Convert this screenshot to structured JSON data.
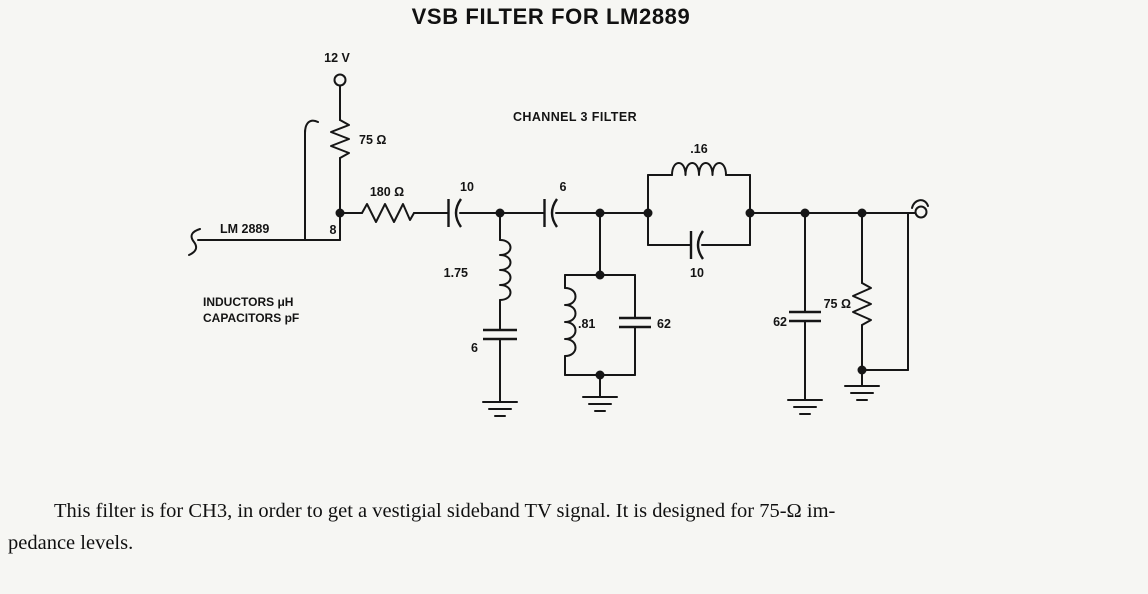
{
  "title": "VSB FILTER FOR LM2889",
  "diagram": {
    "subtitle": "CHANNEL 3 FILTER",
    "supply": {
      "voltage": "12 V",
      "resistor": "75 Ω"
    },
    "input": {
      "ic": "LM 2889",
      "pin": "8"
    },
    "notes": {
      "line1": "INDUCTORS  μH",
      "line2": "CAPACITORS  pF"
    },
    "series": {
      "r1": "180 Ω",
      "c1": "10",
      "c2": "6"
    },
    "shunt1": {
      "l": "1.75",
      "c": "6"
    },
    "tank": {
      "l": ".81",
      "c": "62"
    },
    "trap": {
      "l": ".16",
      "c": "10"
    },
    "output": {
      "c": "62",
      "r": "75 Ω"
    }
  },
  "caption": {
    "line1": "This filter is for CH3, in order to get a vestigial sideband TV signal. It is designed for 75-Ω im-",
    "line2": "pedance levels."
  }
}
